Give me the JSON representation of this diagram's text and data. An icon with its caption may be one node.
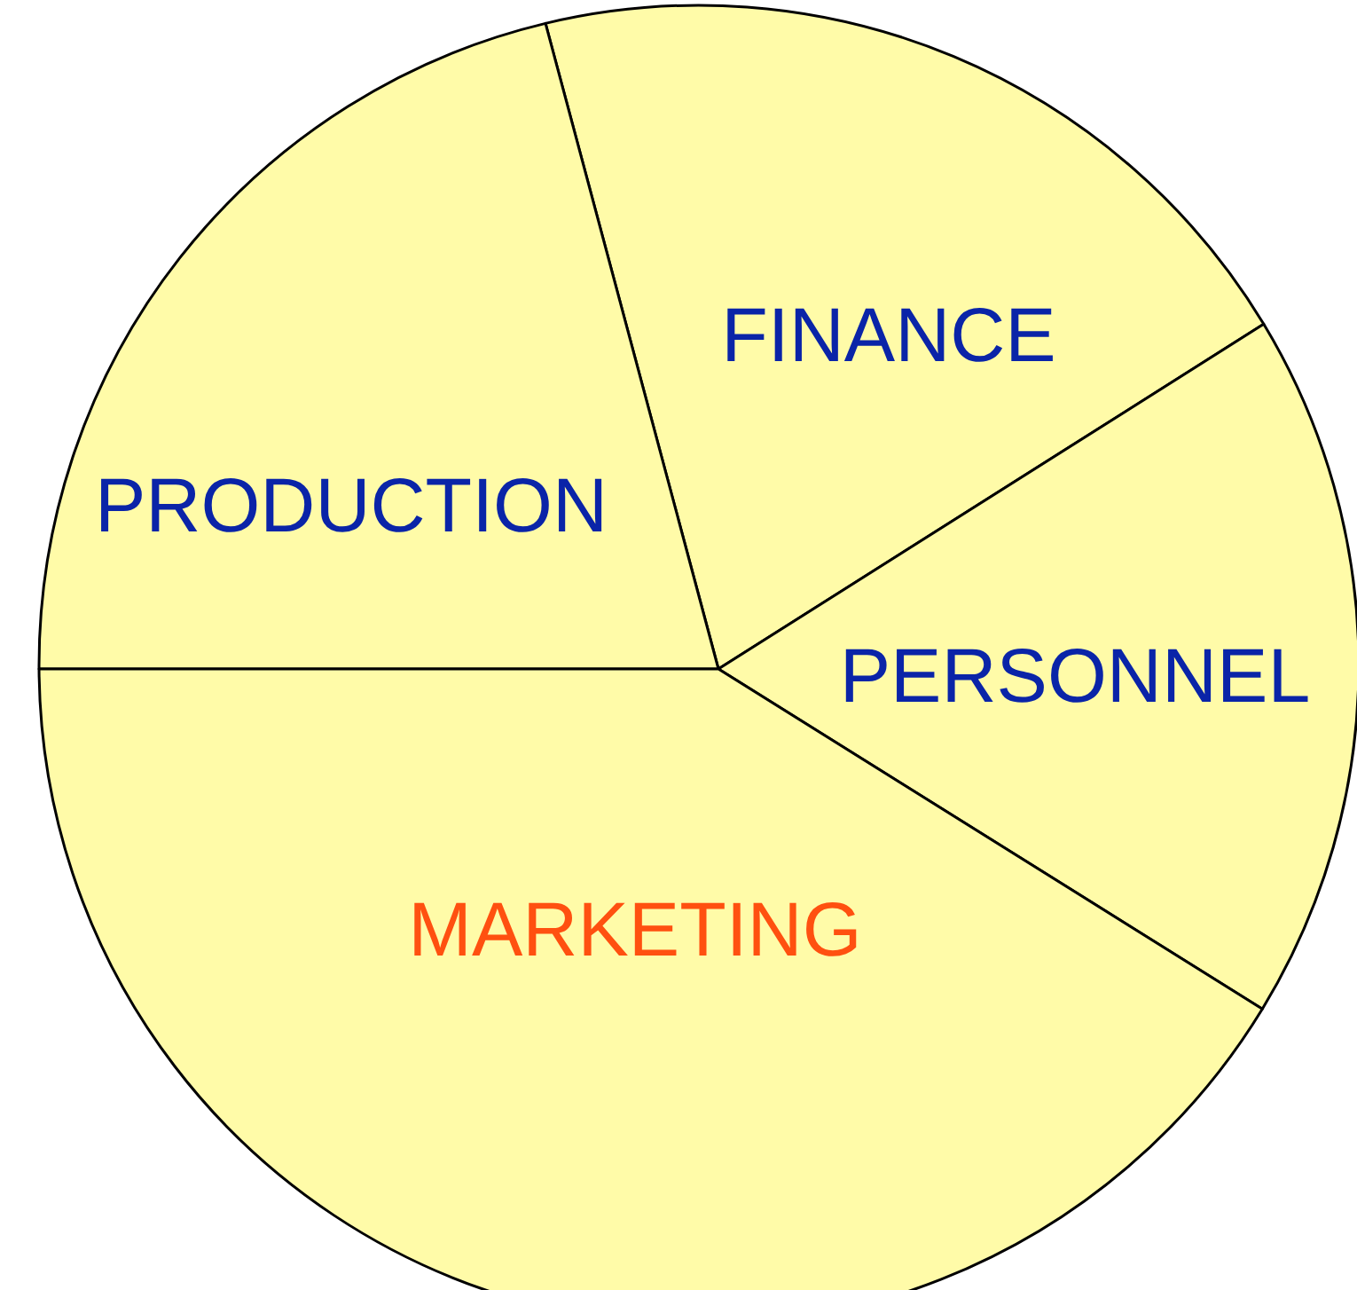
{
  "diagram": {
    "nodes": [
      {
        "text": [
          "FINANCE"
        ]
      },
      {
        "text": [
          "PRODUCTION"
        ]
      },
      {
        "text": [
          "PERSONNEL"
        ]
      },
      {
        "text": [
          "MARKETING"
        ]
      }
    ]
  }
}
